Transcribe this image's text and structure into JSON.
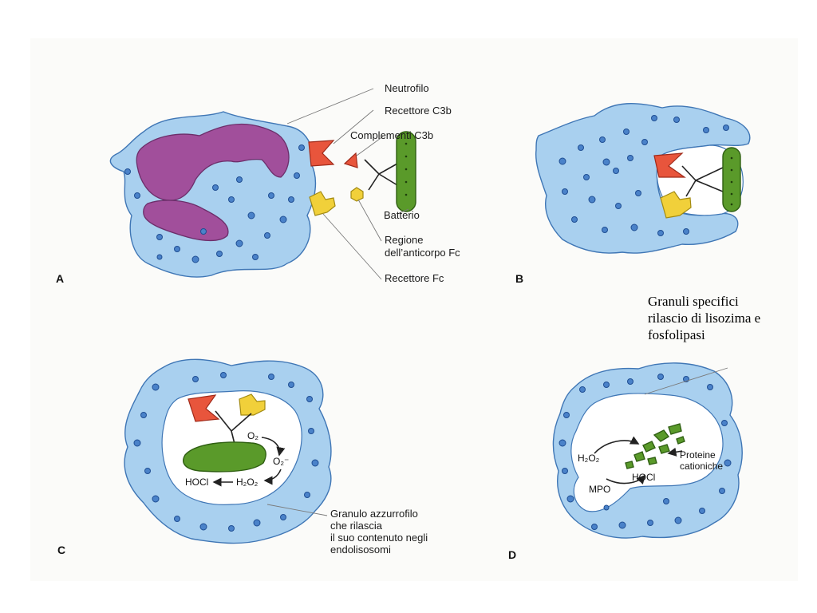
{
  "panels": {
    "a": {
      "letter": "A",
      "labels": {
        "neutrofilo": "Neutrofilo",
        "recettore_c3b": "Recettore C3b",
        "complementi_c3b": "Complementi C3b",
        "batterio": "Batterio",
        "regione_line1": "Regione",
        "regione_line2": "dell’anticorpo Fc",
        "recettore_fc": "Recettore Fc"
      }
    },
    "b": {
      "letter": "B"
    },
    "c": {
      "letter": "C",
      "chem": {
        "o2": "O₂",
        "o2minus": "O₂⁻",
        "h2o2": "H₂O₂",
        "hocl": "HOCl"
      },
      "granulo_lines": [
        "Granulo azzurrofilo",
        "che rilascia",
        "il suo contenuto negli",
        "endolisosomi"
      ]
    },
    "d": {
      "letter": "D",
      "chem": {
        "h2o2": "H₂O₂",
        "hocl": "HOCl",
        "mpo": "MPO"
      },
      "proteine_lines": [
        "Proteine",
        "cationiche"
      ]
    }
  },
  "note_lines": [
    "Granuli specifici",
    "rilascio di lisozima e",
    "fosfolipasi"
  ],
  "colors": {
    "cytoplasm": "#a9d0ef",
    "granule": "#4a82c9",
    "nucleus": "#a14f9b",
    "bacterium": "#5a9a2a",
    "c3b_receptor": "#e8553c",
    "fc_receptor": "#f1d03a"
  }
}
